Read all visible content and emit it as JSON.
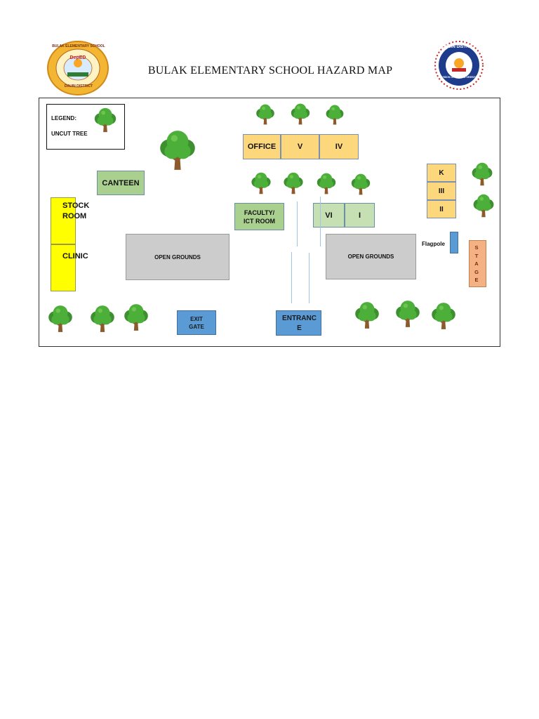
{
  "title": "BULAK ELEMENTARY SCHOOL HAZARD MAP",
  "logos": {
    "left": {
      "ring_text": "BULAK ELEMENTARY SCHOOL",
      "bottom_text": "DAUIN DISTRICT",
      "center_text": "DepED",
      "colors": {
        "ring": "#f2b632",
        "inner": "#fff3c4",
        "text": "#7a2b12"
      }
    },
    "right": {
      "ring_text": "DAUIN DISTRICT",
      "bottom_text": "DIVISION OF NEGROS ORIENTAL",
      "colors": {
        "ring": "#1f3c8c",
        "inner": "#ffffff",
        "accent": "#c62828"
      }
    }
  },
  "legend": {
    "title": "LEGEND:",
    "tree_label": "UNCUT TREE"
  },
  "buildings": {
    "office": "OFFICE",
    "room_v": "V",
    "room_iv": "IV",
    "canteen": "CANTEEN",
    "stock_room": "STOCK ROOM",
    "clinic": "CLINIC",
    "faculty": "FACULTY/ ICT ROOM",
    "room_vi": "VI",
    "room_i": "I",
    "room_k": "K",
    "room_iii": "III",
    "room_ii": "II",
    "open_grounds_left": "OPEN GROUNDS",
    "open_grounds_right": "OPEN GROUNDS",
    "flagpole": "Flagpole",
    "stage": "STAGE",
    "exit_gate": "EXIT GATE",
    "entrance": "ENTRANCE"
  },
  "colors": {
    "classroom": "#fcd77c",
    "canteen": "#a9d08e",
    "clinic": "#ffff00",
    "grounds": "#cccccc",
    "gate": "#5b9bd5",
    "stage": "#f4b183",
    "tree_canopy": "#4caf3a",
    "tree_trunk": "#8d5a2b"
  },
  "trees": [
    {
      "id": "legend"
    },
    {
      "id": "top-1"
    },
    {
      "id": "top-2"
    },
    {
      "id": "top-3"
    },
    {
      "id": "big"
    },
    {
      "id": "mid-1"
    },
    {
      "id": "mid-2"
    },
    {
      "id": "mid-3"
    },
    {
      "id": "mid-4"
    },
    {
      "id": "right-1"
    },
    {
      "id": "right-2"
    },
    {
      "id": "bottom-1"
    },
    {
      "id": "bottom-2"
    },
    {
      "id": "bottom-3"
    },
    {
      "id": "bottom-4"
    },
    {
      "id": "bottom-5"
    },
    {
      "id": "bottom-6"
    }
  ]
}
